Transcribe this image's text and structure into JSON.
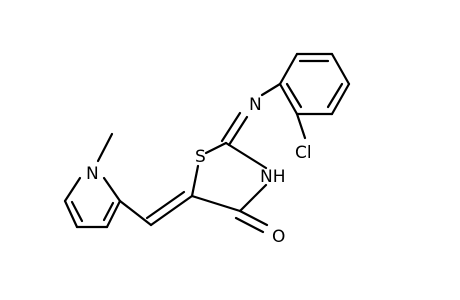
{
  "structure": {
    "atoms": {
      "n_imine": "N",
      "cl": "Cl",
      "s": "S",
      "nh": "NH",
      "n_pyrrole": "N",
      "o": "O"
    }
  }
}
